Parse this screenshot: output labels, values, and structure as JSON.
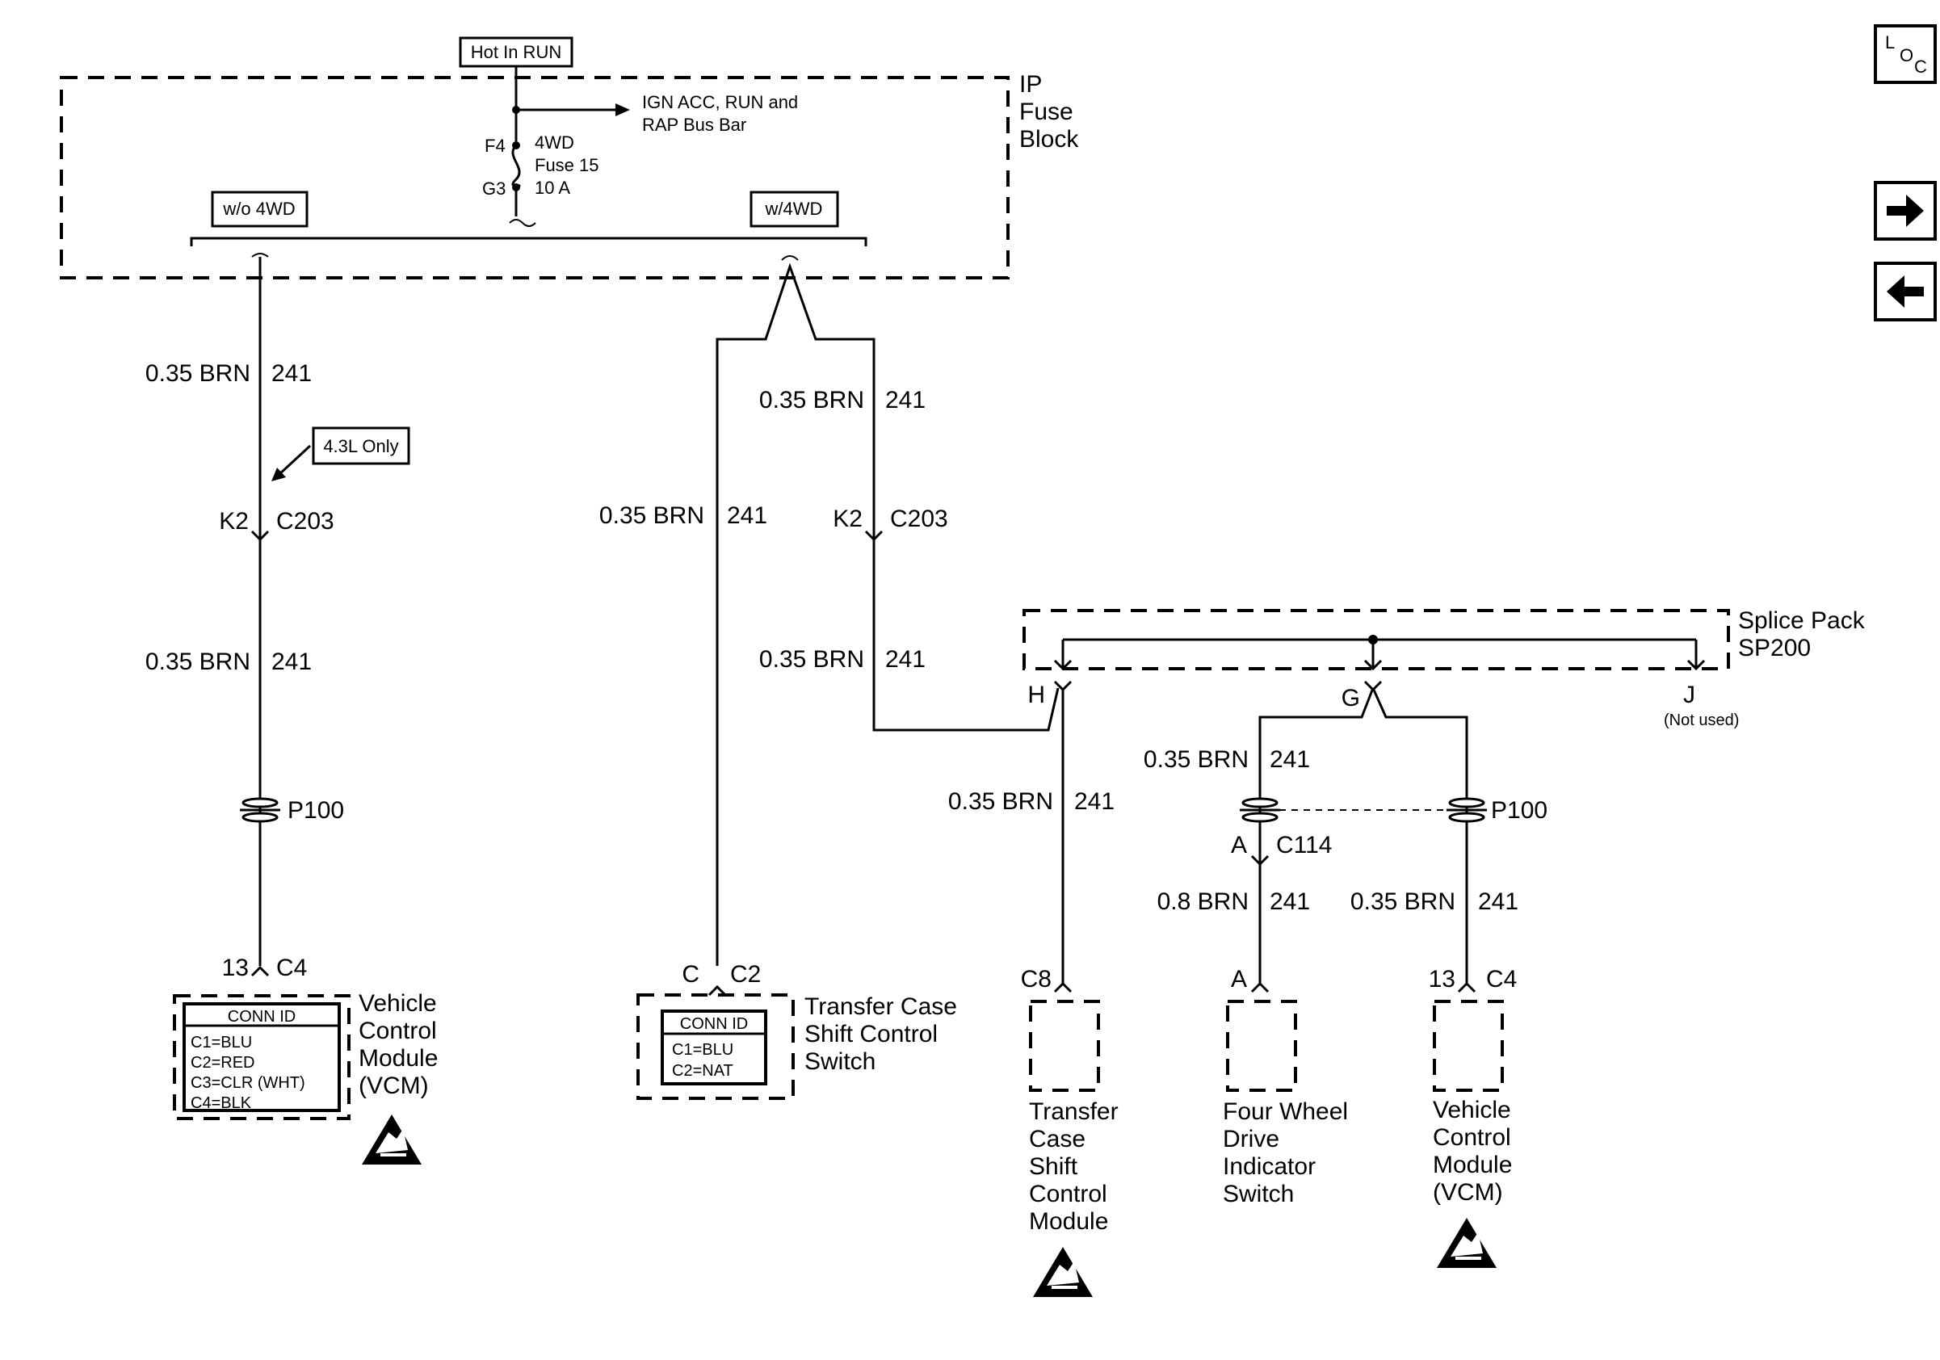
{
  "fuse_block": {
    "tag_hot": "Hot In RUN",
    "bus_note_1": "IGN ACC, RUN and",
    "bus_note_2": "RAP Bus Bar",
    "pin_f4": "F4",
    "pin_g3": "G3",
    "fuse_line_1": "4WD",
    "fuse_line_2": "Fuse 15",
    "fuse_line_3": "10 A",
    "name_1": "IP",
    "name_2": "Fuse",
    "name_3": "Block",
    "option_left": "w/o 4WD",
    "option_right": "w/4WD"
  },
  "nav": {
    "loc_l": "L",
    "loc_o": "O",
    "loc_c": "C",
    "next_icon": "arrow-right",
    "prev_icon": "arrow-left"
  },
  "wire": {
    "brn035": "0.35 BRN",
    "brn08": "0.8 BRN",
    "circuit": "241"
  },
  "connectors": {
    "k2": "K2",
    "c203": "C203",
    "p100": "P100",
    "pin13": "13",
    "c4": "C4",
    "pinc": "C",
    "c2": "C2",
    "c8": "C8",
    "pina": "A",
    "c114": "C114",
    "h": "H",
    "g": "G",
    "j": "J",
    "not_used": "(Not used)"
  },
  "tag_43l": "4.3L Only",
  "splice": {
    "line_1": "Splice Pack",
    "line_2": "SP200"
  },
  "conn_id": {
    "title": "CONN ID",
    "vcm_rows": [
      "C1=BLU",
      "C2=RED",
      "C3=CLR (WHT)",
      "C4=BLK"
    ],
    "tcss_rows": [
      "C1=BLU",
      "C2=NAT"
    ]
  },
  "components": {
    "vcm_left": [
      "Vehicle",
      "Control",
      "Module",
      "(VCM)"
    ],
    "tcss": [
      "Transfer Case",
      "Shift Control",
      "Switch"
    ],
    "tccm": [
      "Transfer",
      "Case",
      "Shift",
      "Control",
      "Module"
    ],
    "fwd": [
      "Four Wheel",
      "Drive",
      "Indicator",
      "Switch"
    ],
    "vcm_right": [
      "Vehicle",
      "Control",
      "Module",
      "(VCM)"
    ]
  }
}
